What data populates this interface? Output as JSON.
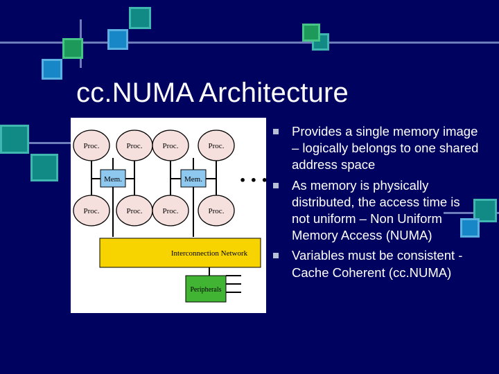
{
  "slide": {
    "title": "cc.NUMA Architecture",
    "bullets": [
      "Provides a single memory image – logically belongs to one shared address space",
      "As memory is physically distributed, the access time is not uniform – Non Uniform Memory Access (NUMA)",
      "Variables must be consistent - Cache Coherent (cc.NUMA)"
    ]
  },
  "diagram": {
    "proc_label": "Proc.",
    "mem_label": "Mem.",
    "ellipsis": "• • •",
    "network_label": "Interconnection Network",
    "peripherals_label": "Peripherals"
  },
  "colors": {
    "background": "#00025f",
    "proc_fill": "#f6e0dd",
    "mem_fill": "#8fc8ef",
    "network_fill": "#f7d400",
    "peripherals_fill": "#42b433"
  }
}
